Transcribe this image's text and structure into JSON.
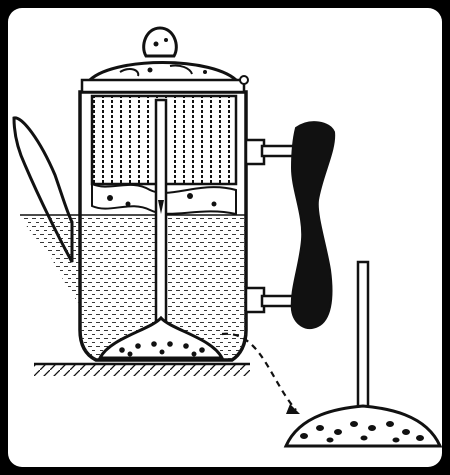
{
  "illustration": {
    "subject": "percolator-coffee-pot",
    "parts": [
      "lid",
      "lid-knob",
      "coffee-basket",
      "tube",
      "spreader",
      "spout",
      "handle",
      "water",
      "base-ground",
      "spreader-detail"
    ]
  },
  "colors": {
    "ink": "#111111",
    "paper": "#ffffff",
    "border": "#000000"
  }
}
